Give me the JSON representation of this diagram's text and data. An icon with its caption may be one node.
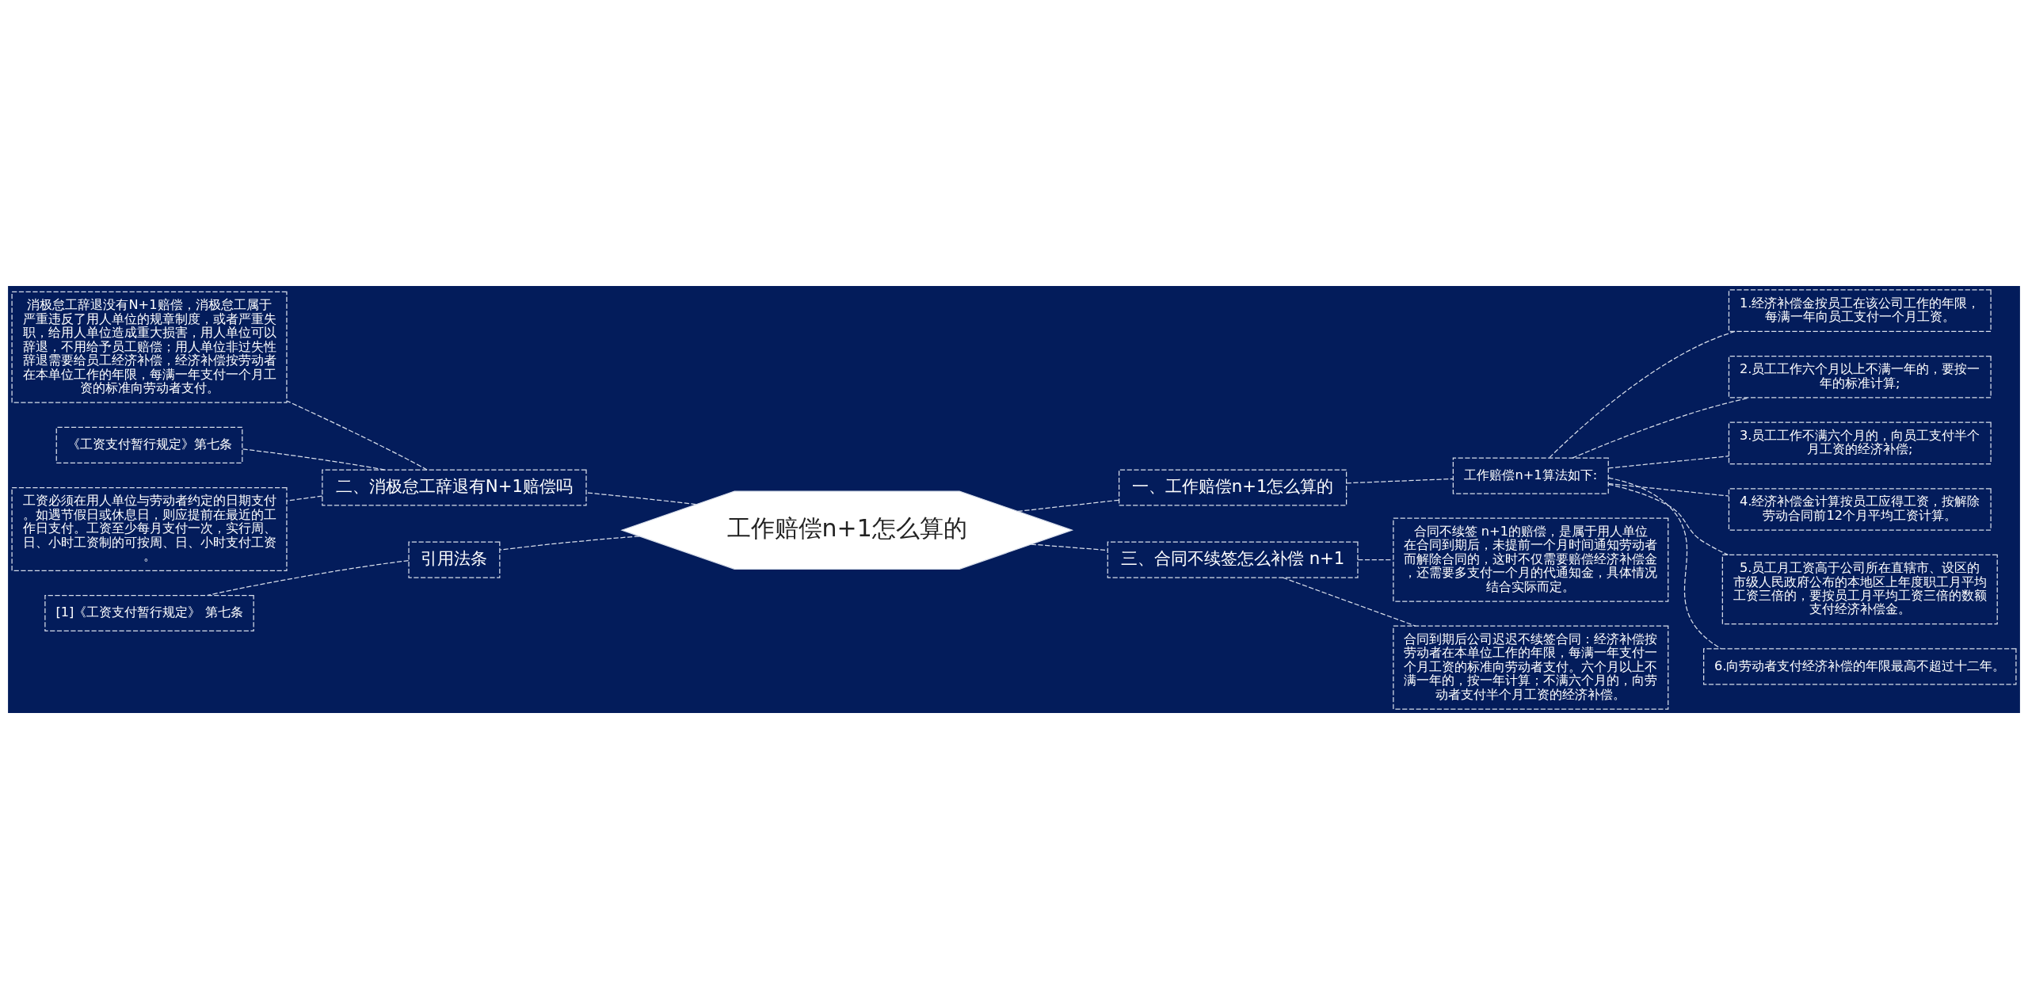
{
  "diagram": {
    "nodes": [
      {
        "text": [
          "工作赔偿n+1怎么算的"
        ]
      },
      {
        "text": [
          "一、工作赔偿n+1怎么算的"
        ]
      },
      {
        "text": [
          "工作赔偿n+1算法如下:"
        ]
      },
      {
        "text": [
          "1.经济补偿金按员工在该公司工作的年限，每满一年向员工支付一个月工资。"
        ]
      },
      {
        "text": [
          "2.员工工作六个月以上不满一年的，要按一年的标准计算;"
        ]
      },
      {
        "text": [
          "3.员工工作不满六个月的，向员工支付半个月工资的经济补偿;"
        ]
      },
      {
        "text": [
          "4.经济补偿金计算按员工应得工资，按解除劳动合同前12个月平均工资计算。"
        ]
      },
      {
        "text": [
          "5.员工月工资高于公司所在直辖市、设区的市级人民政府公布的本地区上年度职工月平均工资三倍的，要按员工月平均工资三倍的数额支付经济补偿金。"
        ]
      },
      {
        "text": [
          "6.向劳动者支付经济补偿的年限最高不超过十二年。"
        ]
      },
      {
        "text": [
          "三、合同不续签怎么补偿 n+1"
        ]
      },
      {
        "text": [
          "合同不续签 n+1的赔偿，是属于用人单位在合同到期后，未提前一个月时间通知劳动者而解除合同的，这时不仅需要赔偿经济补偿金，还需要多支付一个月的代通知金，具体情况结合实际而定。"
        ]
      },
      {
        "text": [
          "合同到期后公司迟迟不续签合同：经济补偿按劳动者在本单位工作的年限，每满一年支付一个月工资的标准向劳动者支付。六个月以上不满一年的，按一年计算；不满六个月的，向劳动者支付半个月工资的经济补偿。"
        ]
      },
      {
        "text": [
          "二、消极怠工辞退有N+1赔偿吗"
        ]
      },
      {
        "text": [
          "消极怠工辞退没有N+1赔偿，消极怠工属于严重违反了用人单位的规章制度，或者严重失职，给用人单位造成重大损害，用人单位可以辞退，不用给予员工赔偿；用人单位非过失性辞退需要给员工经济补偿，经济补偿按劳动者在本单位工作的年限，每满一年支付一个月工资的标准向劳动者支付。"
        ]
      },
      {
        "text": [
          "《工资支付暂行规定》第七条"
        ]
      },
      {
        "text": [
          "工资必须在用人单位与劳动者约定的日期支付。如遇节假日或休息日，则应提前在最近的工作日支付。工资至少每月支付一次，实行周、日、小时工资制的可按周、日、小时支付工资。"
        ]
      },
      {
        "text": [
          "引用法条"
        ]
      },
      {
        "text": [
          "[1]《工资支付暂行规定》 第七条"
        ]
      }
    ],
    "edges": [
      {
        "from": 0,
        "to": 1,
        "arrow": "none",
        "style": "dashed"
      },
      {
        "from": 1,
        "to": 2,
        "arrow": "none",
        "style": "dashed"
      },
      {
        "from": 2,
        "to": 3,
        "arrow": "none",
        "style": "dashed"
      },
      {
        "from": 2,
        "to": 4,
        "arrow": "none",
        "style": "dashed"
      },
      {
        "from": 2,
        "to": 5,
        "arrow": "none",
        "style": "dashed"
      },
      {
        "from": 2,
        "to": 6,
        "arrow": "none",
        "style": "dashed"
      },
      {
        "from": 2,
        "to": 7,
        "arrow": "none",
        "style": "dashed"
      },
      {
        "from": 2,
        "to": 8,
        "arrow": "none",
        "style": "dashed"
      },
      {
        "from": 0,
        "to": 9,
        "arrow": "none",
        "style": "dashed"
      },
      {
        "from": 9,
        "to": 10,
        "arrow": "none",
        "style": "dashed"
      },
      {
        "from": 9,
        "to": 11,
        "arrow": "none",
        "style": "dashed"
      },
      {
        "from": 0,
        "to": 12,
        "arrow": "none",
        "style": "dashed"
      },
      {
        "from": 12,
        "to": 13,
        "arrow": "none",
        "style": "dashed"
      },
      {
        "from": 12,
        "to": 14,
        "arrow": "none",
        "style": "dashed"
      },
      {
        "from": 12,
        "to": 15,
        "arrow": "none",
        "style": "dashed"
      },
      {
        "from": 0,
        "to": 16,
        "arrow": "none",
        "style": "dashed"
      },
      {
        "from": 16,
        "to": 17,
        "arrow": "none",
        "style": "dashed"
      }
    ]
  }
}
